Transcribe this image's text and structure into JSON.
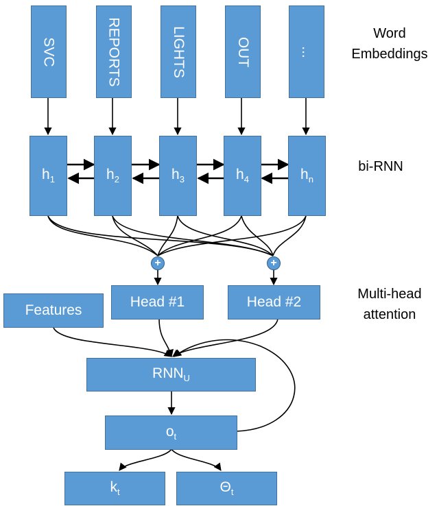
{
  "embeddings": [
    "SVC",
    "REPORTS",
    "LIGHTS",
    "OUT",
    "..."
  ],
  "hidden_states": [
    {
      "base": "h",
      "sub": "1"
    },
    {
      "base": "h",
      "sub": "2"
    },
    {
      "base": "h",
      "sub": "3"
    },
    {
      "base": "h",
      "sub": "4"
    },
    {
      "base": "h",
      "sub": "n"
    }
  ],
  "labels": {
    "word_embeddings_line1": "Word",
    "word_embeddings_line2": "Embeddings",
    "bi_rnn": "bi-RNN",
    "multihead_line1": "Multi-head",
    "multihead_line2": "attention"
  },
  "heads": [
    "Head #1",
    "Head #2"
  ],
  "features": "Features",
  "rnn_u": {
    "base": "RNN",
    "sub": "U"
  },
  "o_t": {
    "base": "o",
    "sub": "t"
  },
  "outputs": [
    {
      "base": "k",
      "sub": "t"
    },
    {
      "base": "Θ",
      "sub": "t"
    }
  ],
  "plus_symbol": "+",
  "colors": {
    "box_fill": "#5b9bd5",
    "box_border": "#41719c",
    "arrow": "#000000"
  }
}
